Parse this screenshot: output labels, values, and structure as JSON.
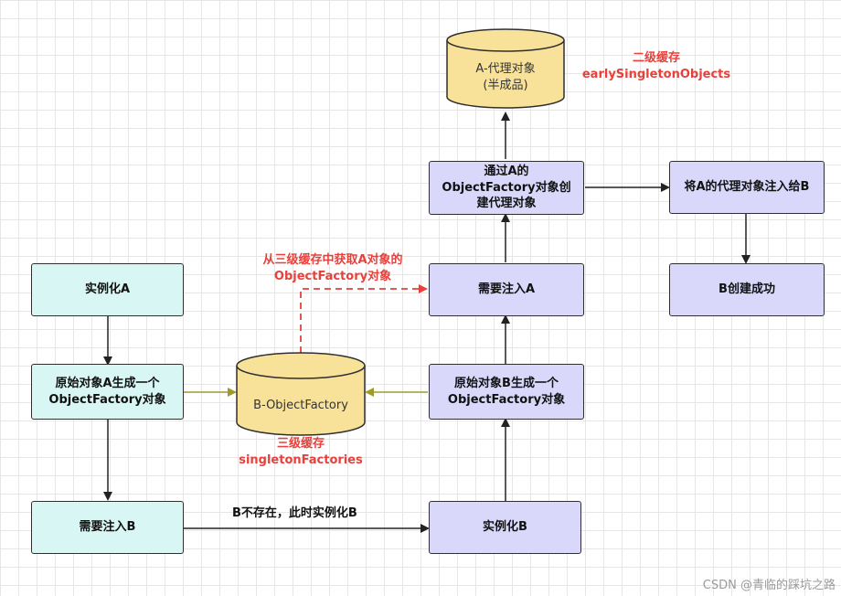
{
  "nodes": {
    "instantiate_a": "实例化A",
    "raw_a": "原始对象A生成一个\nObjectFactory对象",
    "inject_b": "需要注入B",
    "instantiate_b": "实例化B",
    "raw_b": "原始对象B生成一个\nObjectFactory对象",
    "inject_a": "需要注入A",
    "create_proxy": "通过A的\nObjectFactory对象创\n建代理对象",
    "inject_proxy": "将A的代理对象注入给B",
    "b_success": "B创建成功"
  },
  "caches": {
    "factory_db": "B-ObjectFactory",
    "proxy_db": "A-代理对象\n(半成品)"
  },
  "annotations": {
    "third_level": "三级缓存\nsingletonFactories",
    "second_level": "二级缓存\nearlySingletonObjects",
    "fetch_from_third": "从三级缓存中获取A对象的\nObjectFactory对象"
  },
  "edge_labels": {
    "b_not_exist": "B不存在，此时实例化B"
  },
  "colors": {
    "cyan_node": "#d8f6f3",
    "lavender_node": "#d9d8fb",
    "cylinder": "#f8e29a",
    "annotation": "#e8403a",
    "olive_arrow": "#a09a2a"
  },
  "watermark": "CSDN @青临的踩坑之路"
}
